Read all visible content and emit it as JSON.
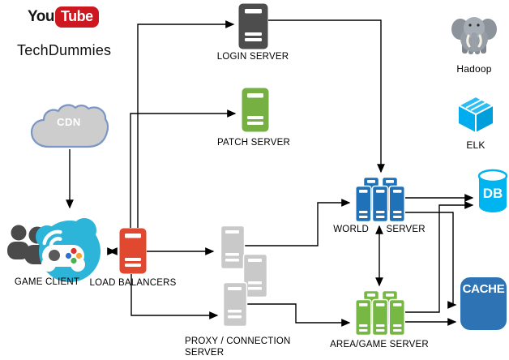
{
  "header": {
    "logo_you": "You",
    "logo_tube": "Tube",
    "channel": "TechDummies"
  },
  "nodes": {
    "cdn": {
      "label": "CDN"
    },
    "game_client": {
      "label": "GAME CLIENT"
    },
    "load_balancers": {
      "label": "LOAD BALANCERS"
    },
    "login_server": {
      "label": "LOGIN SERVER"
    },
    "patch_server": {
      "label": "PATCH SERVER"
    },
    "proxy_server": {
      "label_line1": "PROXY / CONNECTION",
      "label_line2": "SERVER"
    },
    "world_server": {
      "label": "WORLD SERVER"
    },
    "area_game_server": {
      "label": "AREA/GAME SERVER"
    },
    "hadoop": {
      "label": "Hadoop"
    },
    "elk": {
      "label": "ELK"
    },
    "db": {
      "label": "DB"
    },
    "cache": {
      "label": "CACHE"
    }
  },
  "colors": {
    "youtube_red": "#cc181e",
    "login_server_gray": "#4d4d4d",
    "patch_server_green": "#76b043",
    "load_balancer_red": "#e0492f",
    "proxy_gray": "#c9c9c9",
    "world_server_blue": "#1f72b8",
    "area_server_green": "#77b743",
    "client_teal": "#2cb5d8",
    "cloud_fill": "#cdcdcd",
    "cloud_stroke": "#7b96c4",
    "db_cyan": "#00b4ef",
    "elk_cyan": "#00aeef",
    "cache_blue": "#2e74b5",
    "wire_black": "#000000"
  },
  "edges": [
    {
      "from": "load-balancers",
      "to": "login-server",
      "bidirectional": false
    },
    {
      "from": "load-balancers",
      "to": "patch-server",
      "bidirectional": false
    },
    {
      "from": "login-server",
      "to": "world-server",
      "bidirectional": false
    },
    {
      "from": "cdn",
      "to": "game-client",
      "bidirectional": false
    },
    {
      "from": "game-client",
      "to": "load-balancers",
      "bidirectional": true
    },
    {
      "from": "load-balancers",
      "to": "proxy-server-top",
      "bidirectional": false
    },
    {
      "from": "load-balancers",
      "to": "proxy-server-bottom",
      "bidirectional": false
    },
    {
      "from": "proxy-server",
      "to": "world-server",
      "bidirectional": false
    },
    {
      "from": "proxy-server",
      "to": "area-game-server",
      "bidirectional": false
    },
    {
      "from": "world-server",
      "to": "area-game-server",
      "bidirectional": true
    },
    {
      "from": "world-server",
      "to": "db",
      "bidirectional": false
    },
    {
      "from": "area-game-server",
      "to": "db",
      "bidirectional": false
    },
    {
      "from": "world-server",
      "to": "cache",
      "bidirectional": false
    },
    {
      "from": "area-game-server",
      "to": "cache",
      "bidirectional": false
    }
  ]
}
